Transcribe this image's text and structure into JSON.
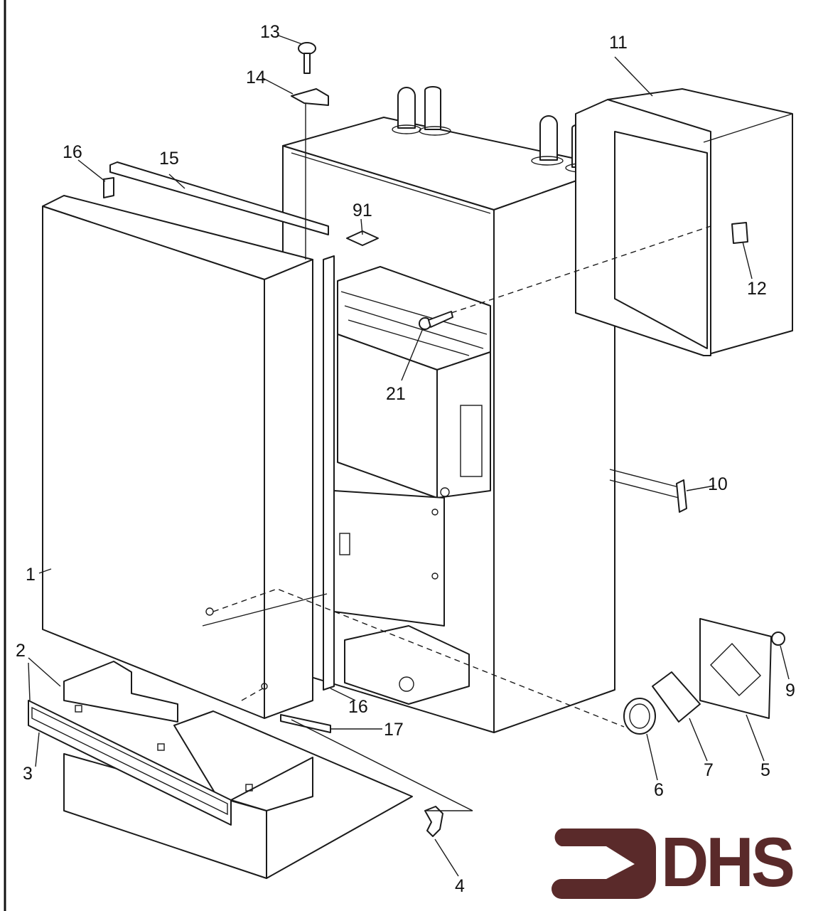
{
  "diagram": {
    "callouts": [
      {
        "id": "c13",
        "text": "13"
      },
      {
        "id": "c14",
        "text": "14"
      },
      {
        "id": "c11",
        "text": "11"
      },
      {
        "id": "c16a",
        "text": "16"
      },
      {
        "id": "c15",
        "text": "15"
      },
      {
        "id": "c91",
        "text": "91"
      },
      {
        "id": "c12",
        "text": "12"
      },
      {
        "id": "c21",
        "text": "21"
      },
      {
        "id": "c10",
        "text": "10"
      },
      {
        "id": "c1",
        "text": "1"
      },
      {
        "id": "c2",
        "text": "2"
      },
      {
        "id": "c16b",
        "text": "16"
      },
      {
        "id": "c17",
        "text": "17"
      },
      {
        "id": "c3",
        "text": "3"
      },
      {
        "id": "c6",
        "text": "6"
      },
      {
        "id": "c7",
        "text": "7"
      },
      {
        "id": "c5",
        "text": "5"
      },
      {
        "id": "c9",
        "text": "9"
      },
      {
        "id": "c4",
        "text": "4"
      }
    ]
  },
  "logo": {
    "text": "DHS",
    "color": "#5a2a2a"
  }
}
